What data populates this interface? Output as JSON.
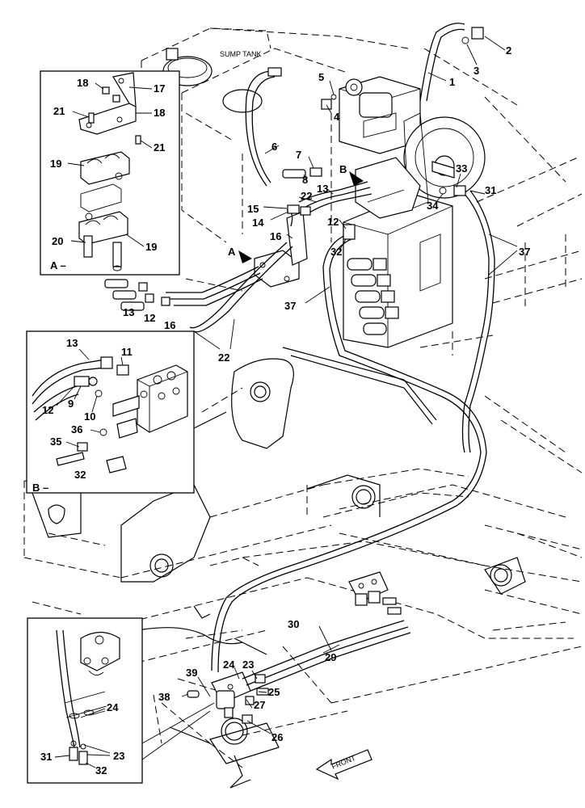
{
  "diagram": {
    "sump_tank_label": "SUMP TANK",
    "front_label": "FRONT",
    "inset_a_label": "A –",
    "inset_b_label": "B –",
    "arrow_a_label": "A",
    "arrow_b_label": "B",
    "callouts": {
      "c1": "1",
      "c2": "2",
      "c3": "3",
      "c4": "4",
      "c5": "5",
      "c6": "6",
      "c7": "7",
      "c8": "8",
      "c12a": "12",
      "c13a": "13",
      "c14": "14",
      "c15": "15",
      "c16a": "16",
      "c22a": "22",
      "c12b": "12",
      "c32a": "32",
      "c33": "33",
      "c34": "34",
      "c31a": "31",
      "c37a": "37",
      "c37b": "37",
      "c13b": "13",
      "c12c": "12",
      "c16b": "16",
      "c22b": "22",
      "c30": "30",
      "c29": "29",
      "c24a": "24",
      "c23a": "23",
      "c25": "25",
      "c39": "39",
      "c38": "38",
      "c27": "27",
      "c26": "26"
    },
    "inset_a_callouts": {
      "c18a": "18",
      "c17": "17",
      "c21a": "21",
      "c18b": "18",
      "c21b": "21",
      "c19a": "19",
      "c20": "20",
      "c19b": "19"
    },
    "inset_b_callouts": {
      "c13": "13",
      "c11": "11",
      "c12": "12",
      "c9": "9",
      "c10": "10",
      "c36": "36",
      "c35": "35",
      "c32": "32"
    },
    "inset_c_callouts": {
      "c24": "24",
      "c23": "23",
      "c31": "31",
      "c32": "32"
    }
  }
}
